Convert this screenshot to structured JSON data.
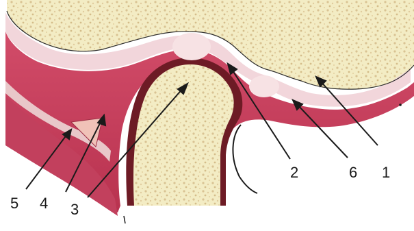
{
  "labels": [
    {
      "id": "1",
      "text": "1"
    },
    {
      "id": "2",
      "text": "2"
    },
    {
      "id": "3",
      "text": "3"
    },
    {
      "id": "4",
      "text": "4"
    },
    {
      "id": "5",
      "text": "5"
    },
    {
      "id": "6",
      "text": "6"
    }
  ],
  "colors": {
    "background": "#ffffff",
    "bone": "#f3ecc4",
    "bone_texture": "#dcc89a",
    "muscle": "#c9405e",
    "muscle_dark": "#8e1e3a",
    "disc": "#f2d6db",
    "cavity": "#6d1b25",
    "ink": "#1a1a1a"
  }
}
